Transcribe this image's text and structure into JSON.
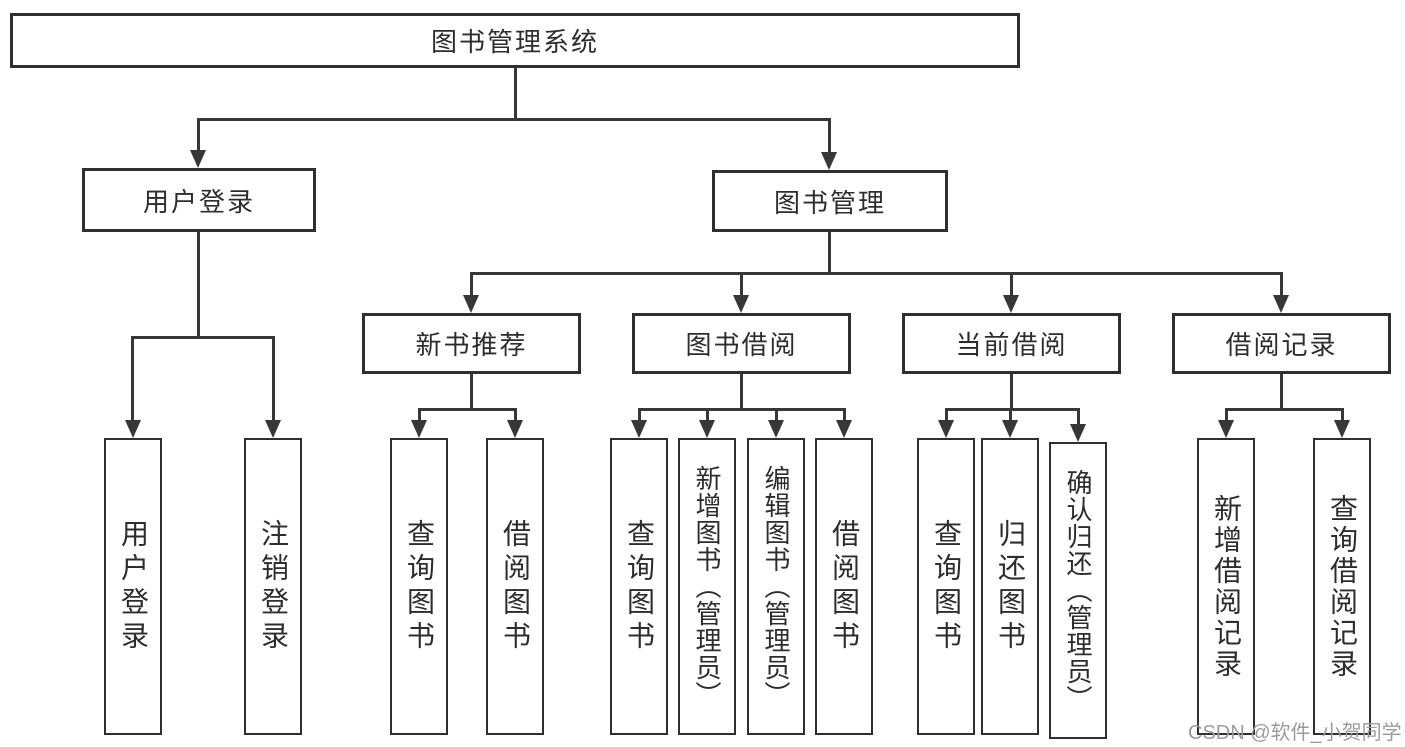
{
  "colors": {
    "line": "#373737",
    "box_border": "#2f2f2f",
    "text": "#2d2d2d",
    "watermark": "#9c9c9c",
    "background": "#ffffff"
  },
  "diagram": {
    "root": {
      "label": "图书管理系统"
    },
    "children": [
      {
        "label": "用户登录",
        "children": [
          {
            "label": "用户登录"
          },
          {
            "label": "注销登录"
          }
        ]
      },
      {
        "label": "图书管理",
        "children": [
          {
            "label": "新书推荐",
            "children": [
              {
                "label": "查询图书"
              },
              {
                "label": "借阅图书"
              }
            ]
          },
          {
            "label": "图书借阅",
            "children": [
              {
                "label": "查询图书"
              },
              {
                "label": "新增图书（管理员）"
              },
              {
                "label": "编辑图书（管理员）"
              },
              {
                "label": "借阅图书"
              }
            ]
          },
          {
            "label": "当前借阅",
            "children": [
              {
                "label": "查询图书"
              },
              {
                "label": "归还图书"
              },
              {
                "label": "确认归还（管理员）"
              }
            ]
          },
          {
            "label": "借阅记录",
            "children": [
              {
                "label": "新增借阅记录"
              },
              {
                "label": "查询借阅记录"
              }
            ]
          }
        ]
      }
    ]
  },
  "watermark": {
    "text": "CSDN @软件_小贺同学"
  }
}
